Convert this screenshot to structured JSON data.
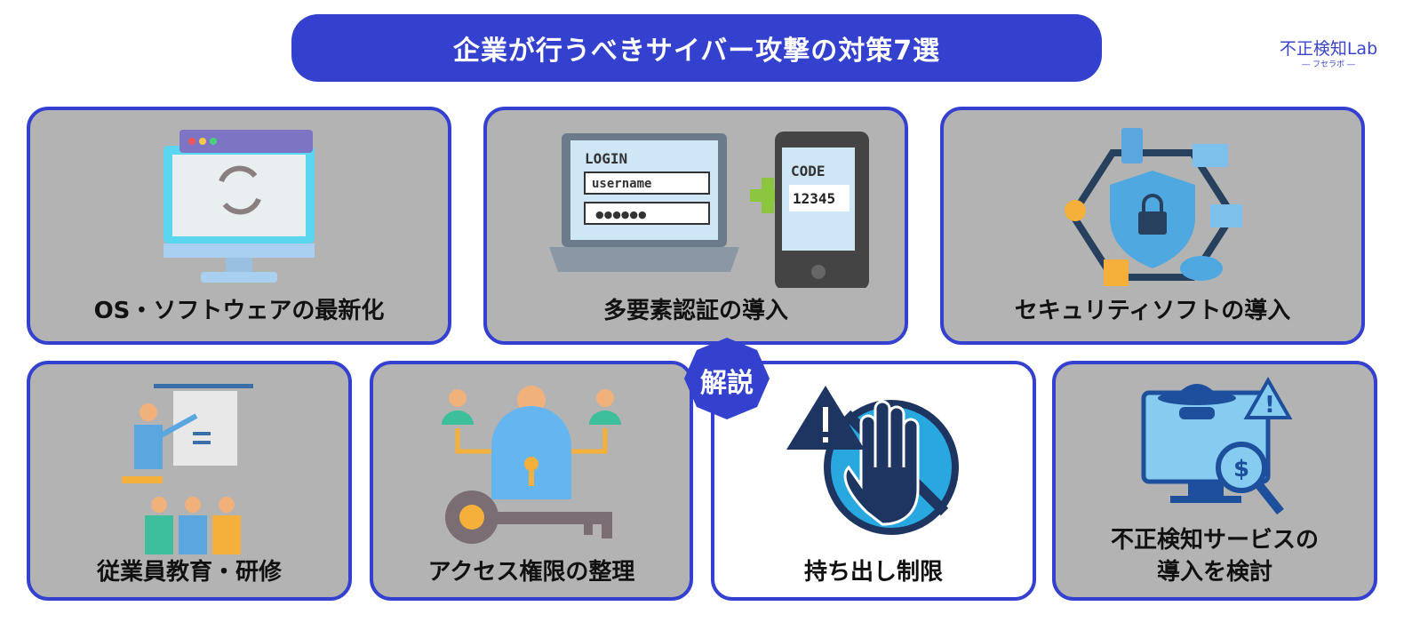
{
  "title": "企業が行うべきサイバー攻撃の対策7選",
  "logo": {
    "main": "不正検知Lab",
    "sub": "― フセラボ ―"
  },
  "badge": "解説",
  "cards": [
    {
      "label": "OS・ソフトウェアの最新化",
      "icon": "monitor-update-icon"
    },
    {
      "label": "多要素認証の導入",
      "icon": "login-2fa-icon",
      "login_text": "LOGIN",
      "username": "username",
      "password": "●●●●●●",
      "code_label": "CODE",
      "code": "12345"
    },
    {
      "label": "セキュリティソフトの導入",
      "icon": "security-shield-icon"
    },
    {
      "label": "従業員教育・研修",
      "icon": "training-icon"
    },
    {
      "label": "アクセス権限の整理",
      "icon": "access-key-icon"
    },
    {
      "label": "持ち出し制限",
      "icon": "stop-hand-icon",
      "highlighted": true
    },
    {
      "label": "不正検知サービスの導入を検討",
      "line1": "不正検知サービスの",
      "line2": "導入を検討",
      "icon": "fraud-detection-icon"
    }
  ],
  "colors": {
    "accent": "#3441cf",
    "card": "#b3b3b3"
  }
}
